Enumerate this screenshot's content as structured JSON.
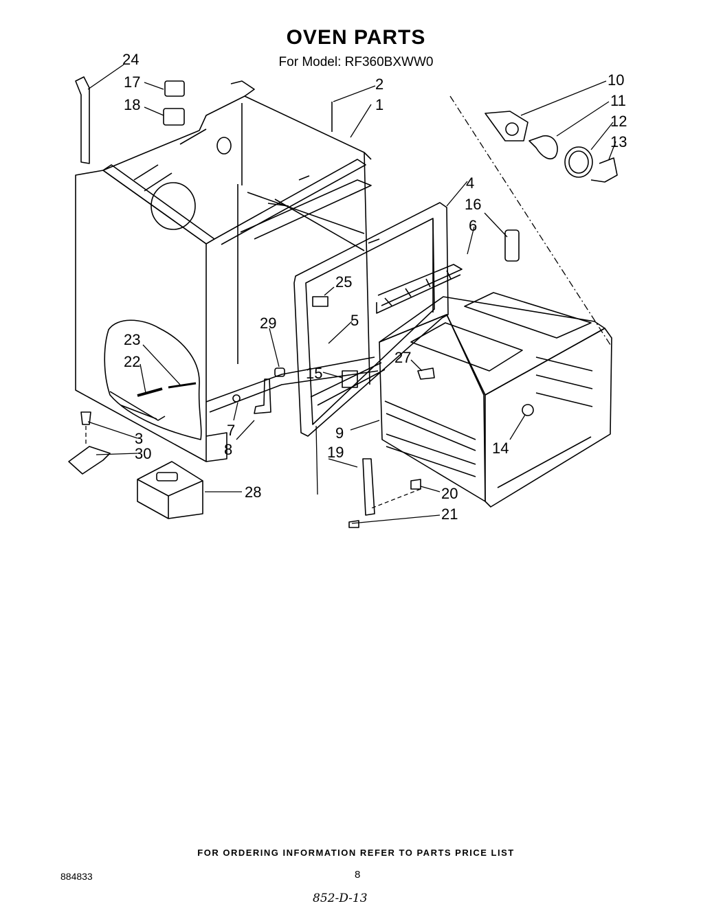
{
  "header": {
    "title": "OVEN PARTS",
    "model_line": "For Model: RF360BXWW0"
  },
  "callouts": [
    {
      "id": "1",
      "label": "1"
    },
    {
      "id": "2",
      "label": "2"
    },
    {
      "id": "3",
      "label": "3"
    },
    {
      "id": "4",
      "label": "4"
    },
    {
      "id": "5",
      "label": "5"
    },
    {
      "id": "6",
      "label": "6"
    },
    {
      "id": "7",
      "label": "7"
    },
    {
      "id": "8",
      "label": "8"
    },
    {
      "id": "9",
      "label": "9"
    },
    {
      "id": "10",
      "label": "10"
    },
    {
      "id": "11",
      "label": "11"
    },
    {
      "id": "12",
      "label": "12"
    },
    {
      "id": "13",
      "label": "13"
    },
    {
      "id": "14",
      "label": "14"
    },
    {
      "id": "15",
      "label": "15"
    },
    {
      "id": "16",
      "label": "16"
    },
    {
      "id": "17",
      "label": "17"
    },
    {
      "id": "18",
      "label": "18"
    },
    {
      "id": "19",
      "label": "19"
    },
    {
      "id": "20",
      "label": "20"
    },
    {
      "id": "21",
      "label": "21"
    },
    {
      "id": "22",
      "label": "22"
    },
    {
      "id": "23",
      "label": "23"
    },
    {
      "id": "24",
      "label": "24"
    },
    {
      "id": "25",
      "label": "25"
    },
    {
      "id": "27",
      "label": "27"
    },
    {
      "id": "28",
      "label": "28"
    },
    {
      "id": "29",
      "label": "29"
    },
    {
      "id": "30",
      "label": "30"
    }
  ],
  "footer": {
    "ordering_note": "FOR ORDERING INFORMATION REFER TO PARTS PRICE LIST",
    "doc_code": "884833",
    "page_number": "8",
    "handwritten_ref": "852-D-13"
  }
}
